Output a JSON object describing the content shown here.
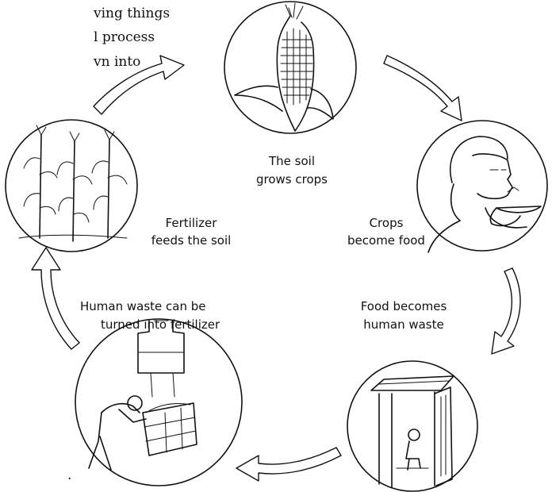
{
  "intro_text_lines": [
    "ving things",
    "l process",
    "vn into"
  ],
  "stray_mark": ".",
  "stages": [
    {
      "id": "crops",
      "label_lines": [
        "The soil",
        "grows crops"
      ],
      "icon": "corn-cob-icon"
    },
    {
      "id": "food",
      "label_lines": [
        "Crops",
        "become food"
      ],
      "icon": "woman-eating-icon"
    },
    {
      "id": "waste",
      "label_lines": [
        "Food becomes",
        "human waste"
      ],
      "icon": "latrine-icon"
    },
    {
      "id": "compost",
      "label_lines": [
        "Human waste can be",
        "turned into fertilizer"
      ],
      "icon": "compost-bin-icon"
    },
    {
      "id": "fertilizer",
      "label_lines": [
        "Fertilizer",
        "feeds the soil"
      ],
      "icon": "corn-plants-icon"
    }
  ]
}
